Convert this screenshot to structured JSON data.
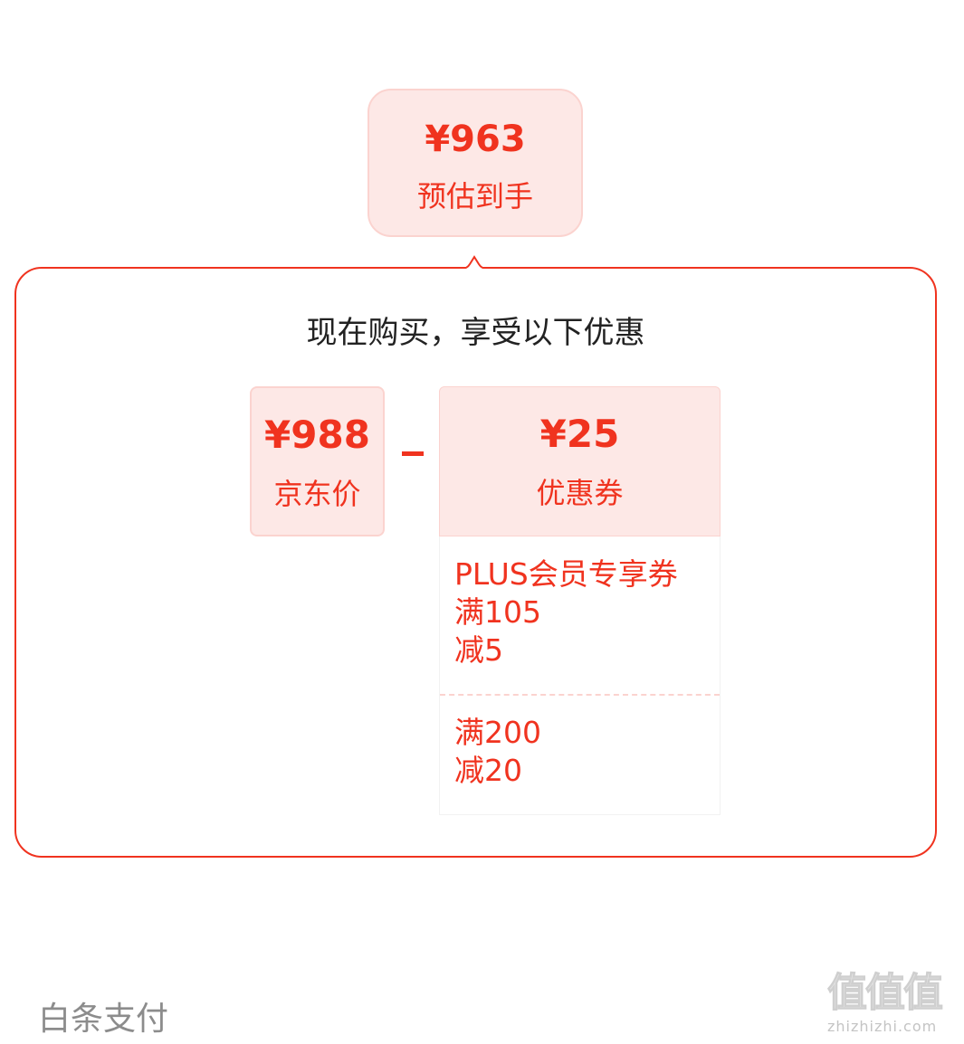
{
  "estimate": {
    "price": "¥963",
    "label": "预估到手"
  },
  "panel": {
    "title": "现在购买，享受以下优惠",
    "jd_price": {
      "amount": "¥988",
      "label": "京东价"
    },
    "operator": "−",
    "coupon": {
      "amount": "¥25",
      "label": "优惠券"
    },
    "coupon_items": [
      {
        "lines": [
          "PLUS会员专享券",
          "满105",
          "减5"
        ]
      },
      {
        "lines": [
          "满200",
          "减20"
        ]
      }
    ]
  },
  "footer": {
    "payment_method": "白条支付"
  },
  "watermark": {
    "logo": "值值值",
    "domain": "zhizhizhi.com"
  },
  "colors": {
    "accent": "#f0331f",
    "light_fill": "#fde8e6",
    "light_border": "#fbd3cf"
  }
}
